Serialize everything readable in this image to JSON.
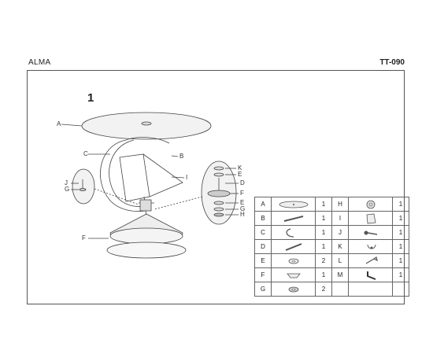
{
  "header": {
    "brand": "ALMA",
    "code": "TT-090"
  },
  "step": {
    "number": "1"
  },
  "diagram": {
    "labels": {
      "A": "A",
      "B": "B",
      "C": "C",
      "D": "D",
      "E1": "E",
      "E2": "E",
      "F1": "F",
      "F2": "F",
      "G1": "G",
      "G2": "G",
      "H": "H",
      "I": "I",
      "J": "J",
      "K": "K"
    }
  },
  "parts": {
    "rows": [
      {
        "left": {
          "letter": "A",
          "icon": "glass-top-icon",
          "qty": "1"
        },
        "right": {
          "letter": "H",
          "icon": "cap-nut-icon",
          "qty": "1"
        }
      },
      {
        "left": {
          "letter": "B",
          "icon": "rod-icon",
          "qty": "1"
        },
        "right": {
          "letter": "I",
          "icon": "holder-plate-icon",
          "qty": "1"
        }
      },
      {
        "left": {
          "letter": "C",
          "icon": "curved-frame-icon",
          "qty": "1"
        },
        "right": {
          "letter": "J",
          "icon": "bolt-icon",
          "qty": "1"
        }
      },
      {
        "left": {
          "letter": "D",
          "icon": "tube-icon",
          "qty": "1"
        },
        "right": {
          "letter": "K",
          "icon": "washer-icon",
          "qty": "1"
        }
      },
      {
        "left": {
          "letter": "E",
          "icon": "ring-icon",
          "qty": "2"
        },
        "right": {
          "letter": "L",
          "icon": "wrench-icon",
          "qty": "1"
        }
      },
      {
        "left": {
          "letter": "F",
          "icon": "base-disc-icon",
          "qty": "1"
        },
        "right": {
          "letter": "M",
          "icon": "allen-key-icon",
          "qty": "1"
        }
      },
      {
        "left": {
          "letter": "G",
          "icon": "gasket-icon",
          "qty": "2"
        },
        "right": {
          "letter": "",
          "icon": "",
          "qty": ""
        }
      }
    ]
  }
}
